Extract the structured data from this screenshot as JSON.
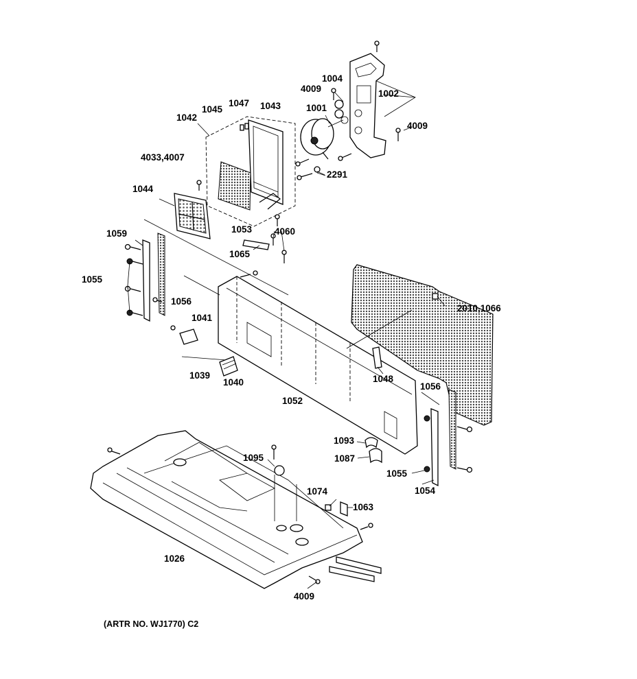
{
  "labels": {
    "l1004": "1004",
    "l4009_top": "4009",
    "l1002": "1002",
    "l1001": "1001",
    "l4009_right": "4009",
    "l1047": "1047",
    "l1045": "1045",
    "l1043": "1043",
    "l1042": "1042",
    "l2291": "2291",
    "l4033": "4033,4007",
    "l1044": "1044",
    "l1053": "1053",
    "l4060": "4060",
    "l1059": "1059",
    "l1065": "1065",
    "l1055_left": "1055",
    "l1056_left": "1056",
    "l2010": "2010,1066",
    "l1041": "1041",
    "l1039": "1039",
    "l1040": "1040",
    "l1048": "1048",
    "l1052": "1052",
    "l1056_right": "1056",
    "l1093": "1093",
    "l1095": "1095",
    "l1087": "1087",
    "l1055_right": "1055",
    "l1054": "1054",
    "l1074": "1074",
    "l1063": "1063",
    "l1026": "1026",
    "l4009_bottom": "4009"
  },
  "caption": "(ARTR NO. WJ1770) C2",
  "colors": {
    "line": "#000000",
    "background": "#ffffff",
    "mesh": "#555555"
  }
}
